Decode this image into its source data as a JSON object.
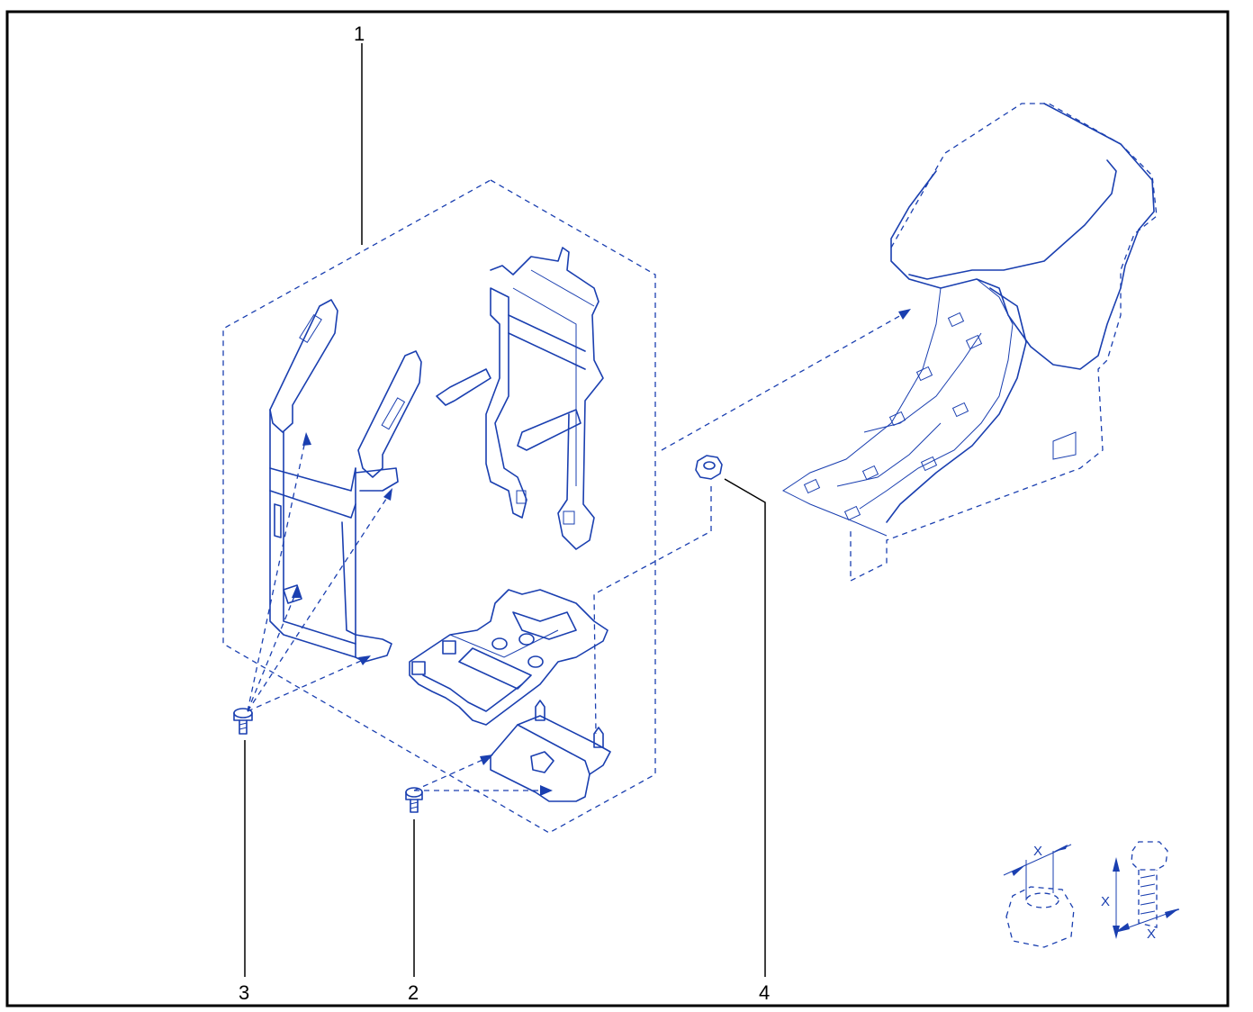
{
  "callouts": {
    "c1": "1",
    "c2": "2",
    "c3": "3",
    "c4": "4"
  },
  "dimension_labels": {
    "nut_x": "X",
    "bolt_x_vertical": "X",
    "bolt_x_bottom": "X"
  },
  "colors": {
    "line": "#1a3fb0",
    "frame": "#000000",
    "background": "#ffffff"
  }
}
